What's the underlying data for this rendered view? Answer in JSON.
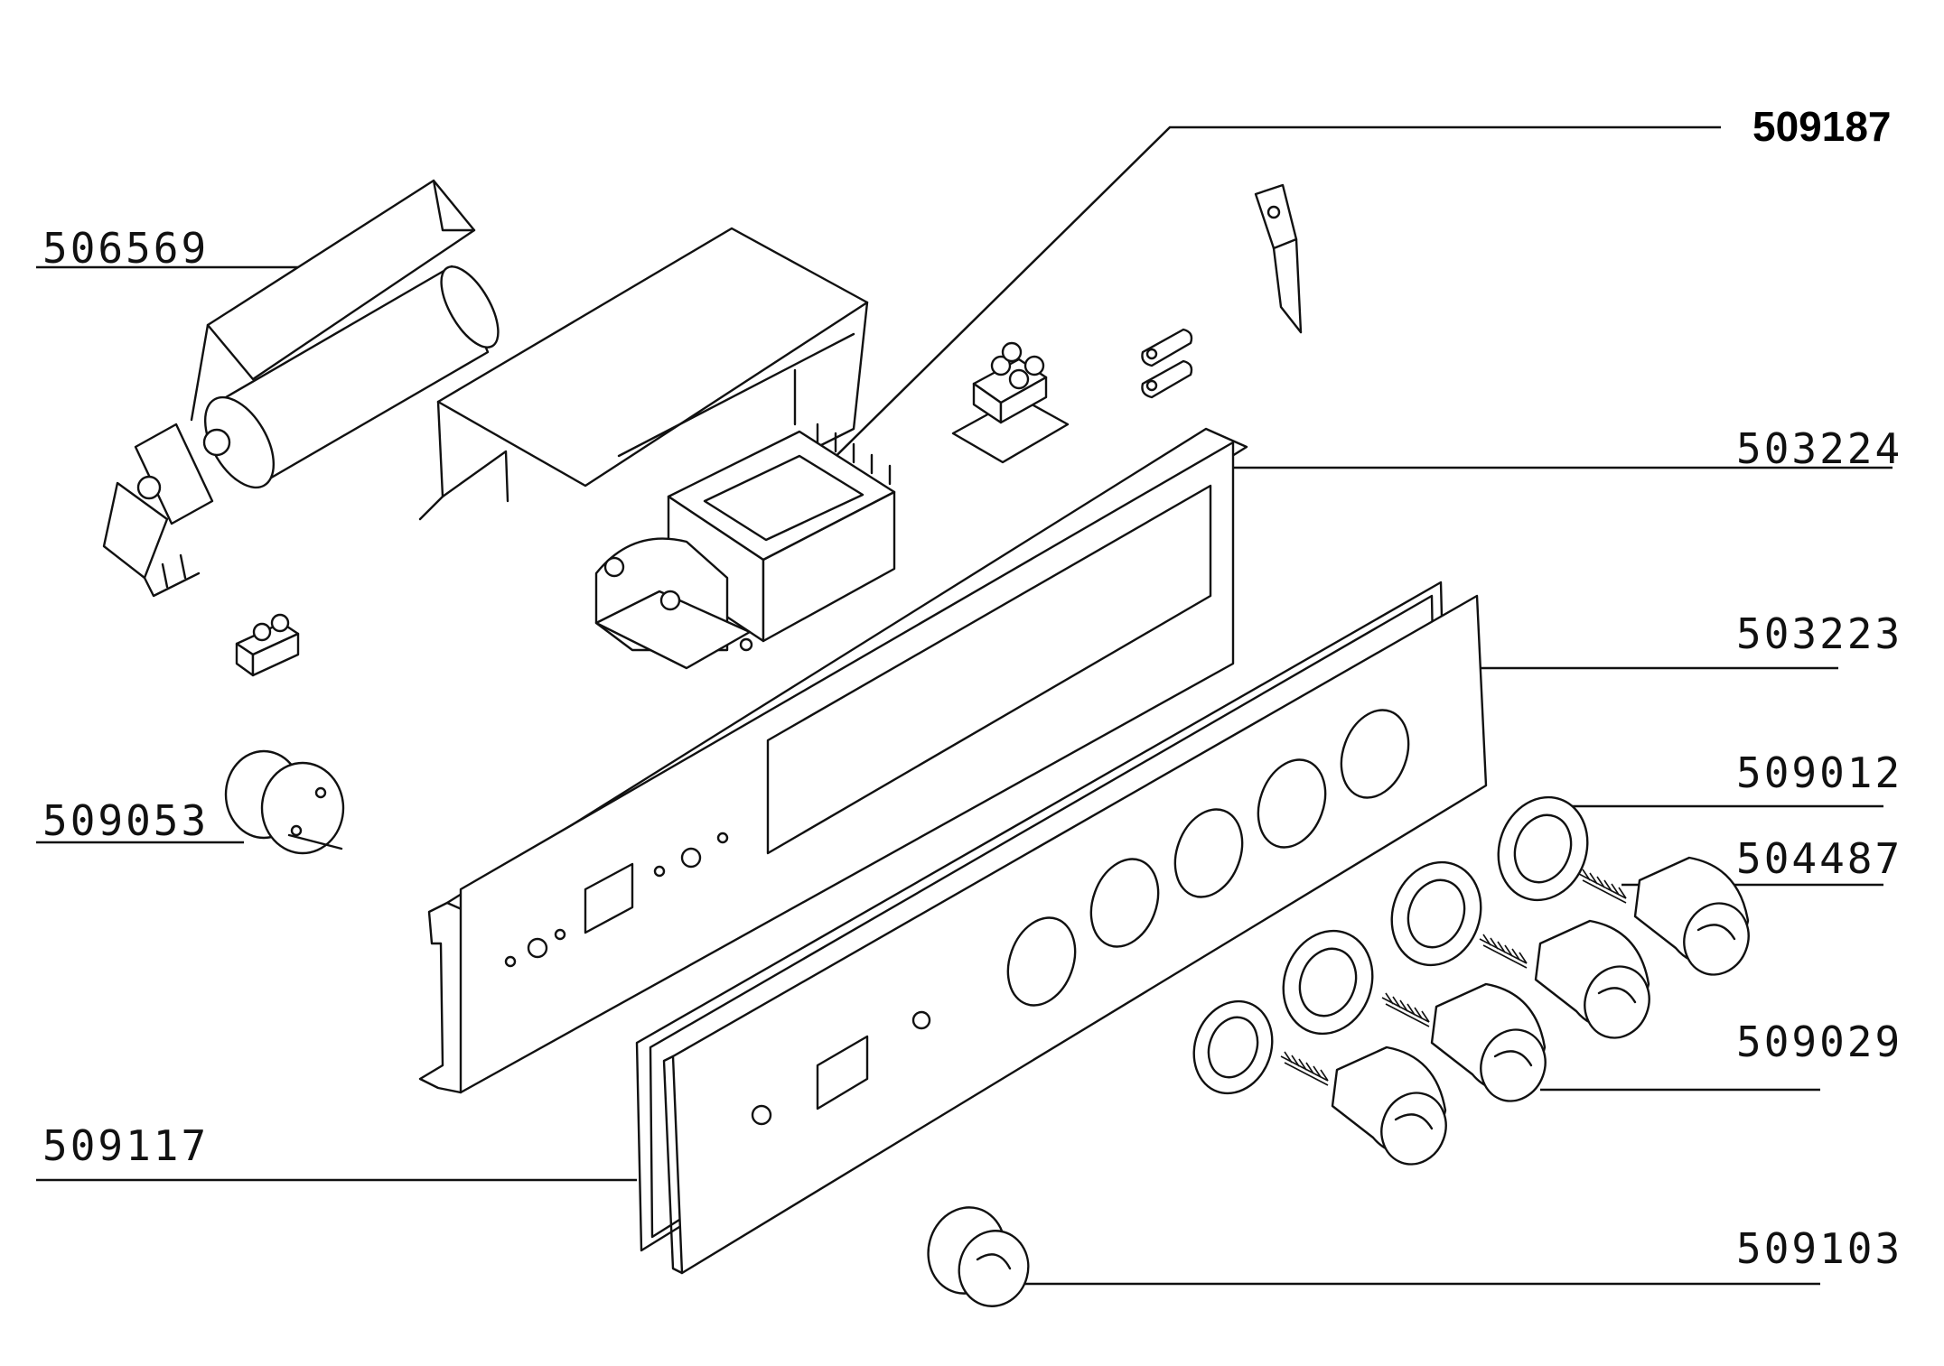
{
  "labels": {
    "trafo": "509187",
    "lamp_housing": "506569",
    "panel_frame": "503224",
    "front_panel": "503223",
    "knob_ring": "509012",
    "spring": "504487",
    "buzzer": "509053",
    "knob": "509029",
    "glass_panel": "509117",
    "small_knob": "509103"
  },
  "colors": {
    "ink": "#111111",
    "paper": "#ffffff"
  }
}
